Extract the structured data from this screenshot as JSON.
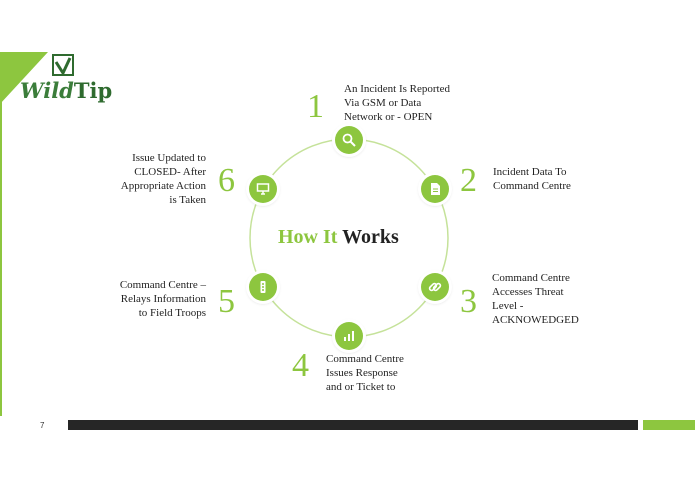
{
  "brand": {
    "logo_word1": "Wild",
    "logo_word2": "Tip",
    "accent": "#8dc63f",
    "dark": "#262626"
  },
  "title": {
    "part1": "How It",
    "part2": "Works"
  },
  "steps": [
    {
      "number": "1",
      "lines": [
        "An Incident Is Reported",
        "Via GSM or Data",
        "Network or - OPEN"
      ],
      "icon": "search-icon"
    },
    {
      "number": "2",
      "lines": [
        "Incident Data To",
        "Command Centre"
      ],
      "icon": "document-icon"
    },
    {
      "number": "3",
      "lines": [
        "Command Centre",
        "Accesses Threat",
        "Level -",
        "ACKNOWEDGED"
      ],
      "icon": "link-icon"
    },
    {
      "number": "4",
      "lines": [
        "Command Centre",
        "Issues Response",
        "and or Ticket to"
      ],
      "icon": "bar-chart-icon"
    },
    {
      "number": "5",
      "lines": [
        "Command Centre –",
        "Relays Information",
        "to Field Troops"
      ],
      "icon": "traffic-light-icon"
    },
    {
      "number": "6",
      "lines": [
        "Issue Updated to",
        "CLOSED- After",
        "Appropriate Action",
        "is Taken"
      ],
      "icon": "presentation-icon"
    }
  ],
  "footer": {
    "page_number": "7"
  }
}
